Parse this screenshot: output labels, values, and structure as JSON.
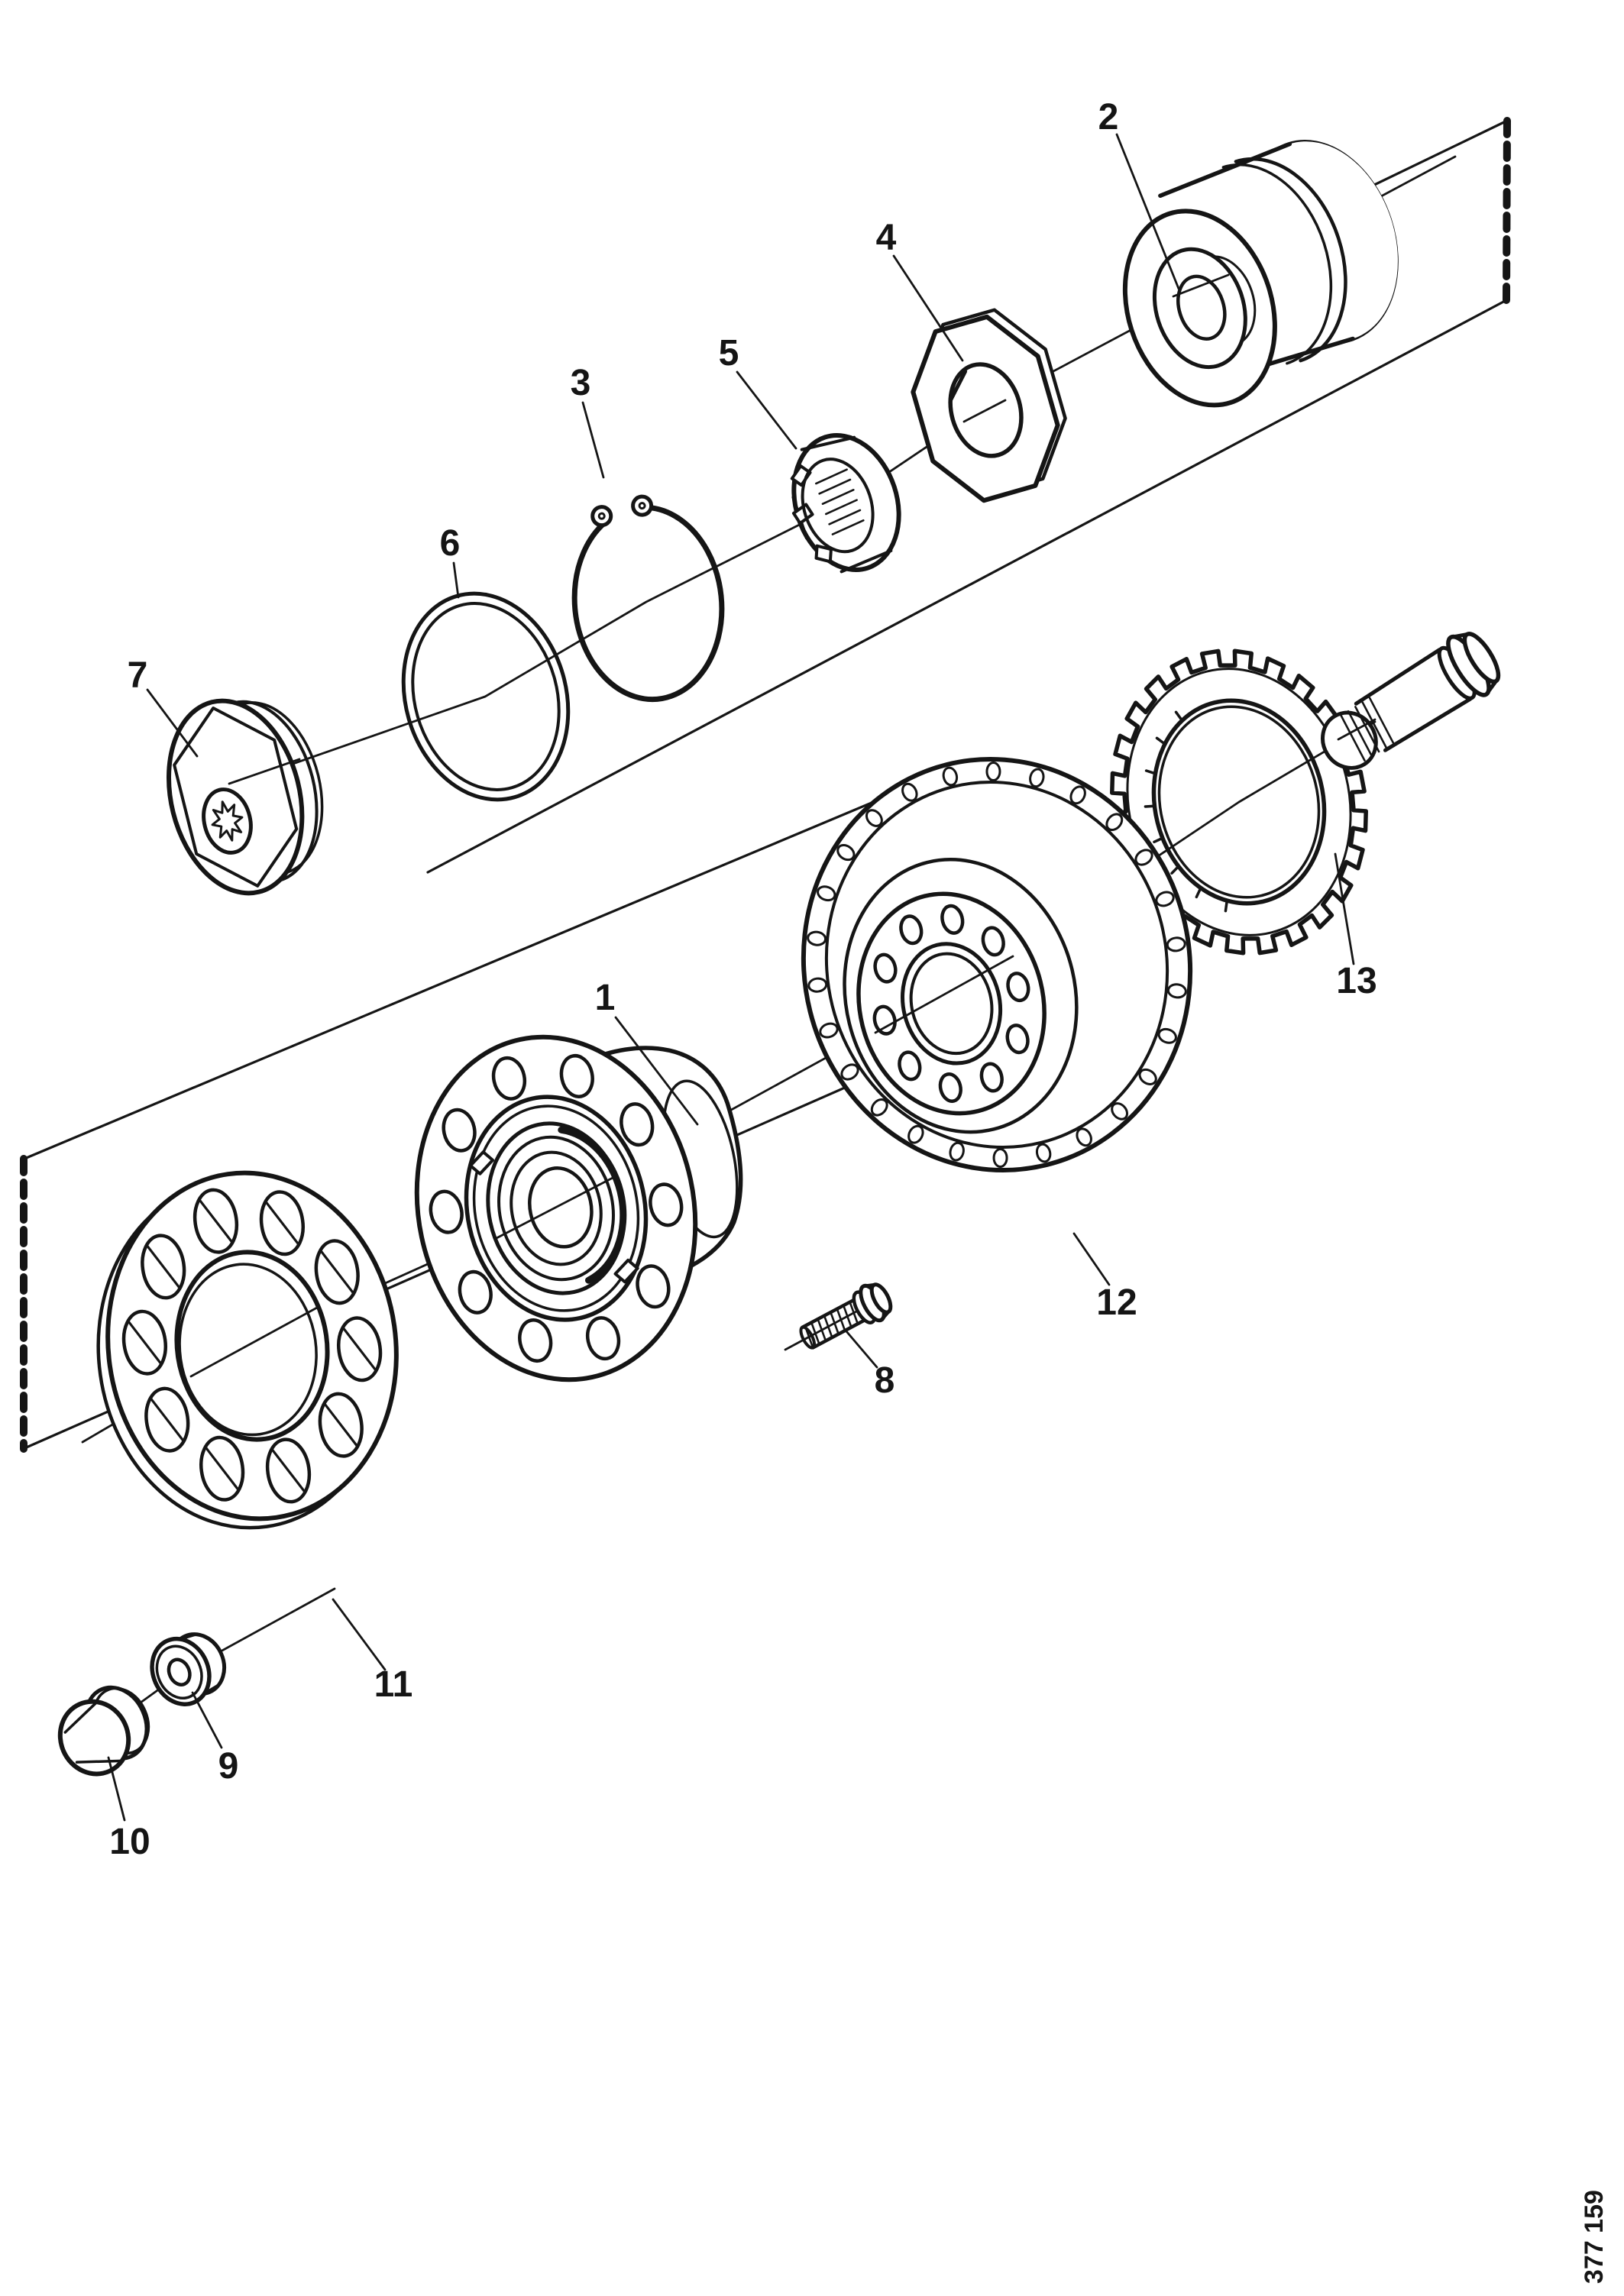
{
  "diagram": {
    "figure_number": "377 159",
    "callouts": [
      {
        "label": "1"
      },
      {
        "label": "2"
      },
      {
        "label": "3"
      },
      {
        "label": "4"
      },
      {
        "label": "5"
      },
      {
        "label": "6"
      },
      {
        "label": "7"
      },
      {
        "label": "8"
      },
      {
        "label": "9"
      },
      {
        "label": "10"
      },
      {
        "label": "11"
      },
      {
        "label": "12"
      },
      {
        "label": "13"
      }
    ],
    "colors": {
      "line": "#151515",
      "background": "#ffffff"
    }
  }
}
